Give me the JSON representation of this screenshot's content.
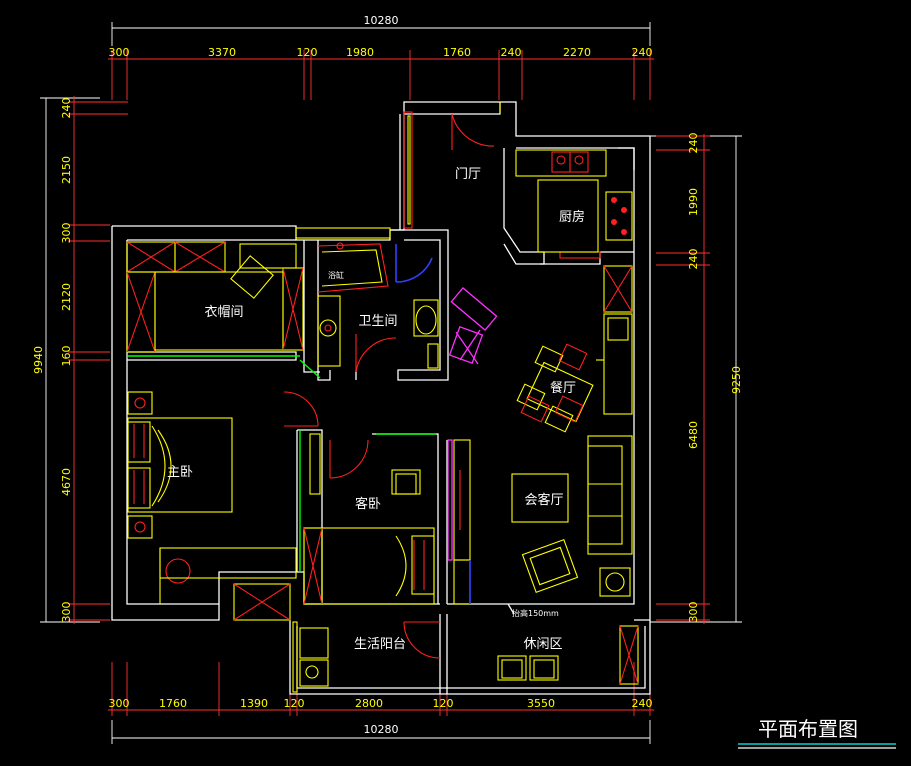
{
  "title": "平面布置图",
  "dimensions": {
    "top_total": "10280",
    "top_segments": [
      "300",
      "3370",
      "120",
      "1980",
      "1760",
      "240",
      "2270",
      "240"
    ],
    "bottom_total": "10280",
    "bottom_segments": [
      "300",
      "1760",
      "1390",
      "120",
      "2800",
      "120",
      "3550",
      "240"
    ],
    "left_total": "9940",
    "left_segments": [
      "240",
      "2150",
      "300",
      "2120",
      "160",
      "4670",
      "300"
    ],
    "right_total": "9250",
    "right_segments": [
      "240",
      "1990",
      "240",
      "6480",
      "300"
    ]
  },
  "rooms": {
    "entrance": "门厅",
    "kitchen": "厨房",
    "cloakroom": "衣帽间",
    "bathroom": "卫生间",
    "bathtub": "浴缸",
    "dining": "餐厅",
    "master_bedroom": "主卧",
    "guest_bedroom": "客卧",
    "living_room": "会客厅",
    "service_balcony": "生活阳台",
    "leisure_area": "休闲区"
  },
  "annotations": {
    "floor_raise": "抬高150mm"
  },
  "colors": {
    "background": "#000000",
    "wall": "#ffffff",
    "furniture": "#ffff00",
    "accent_red": "#ff2020",
    "door_green": "#00ff00",
    "door_blue": "#3040ff",
    "magenta": "#ff30ff",
    "title_underline": "#00ffff"
  }
}
